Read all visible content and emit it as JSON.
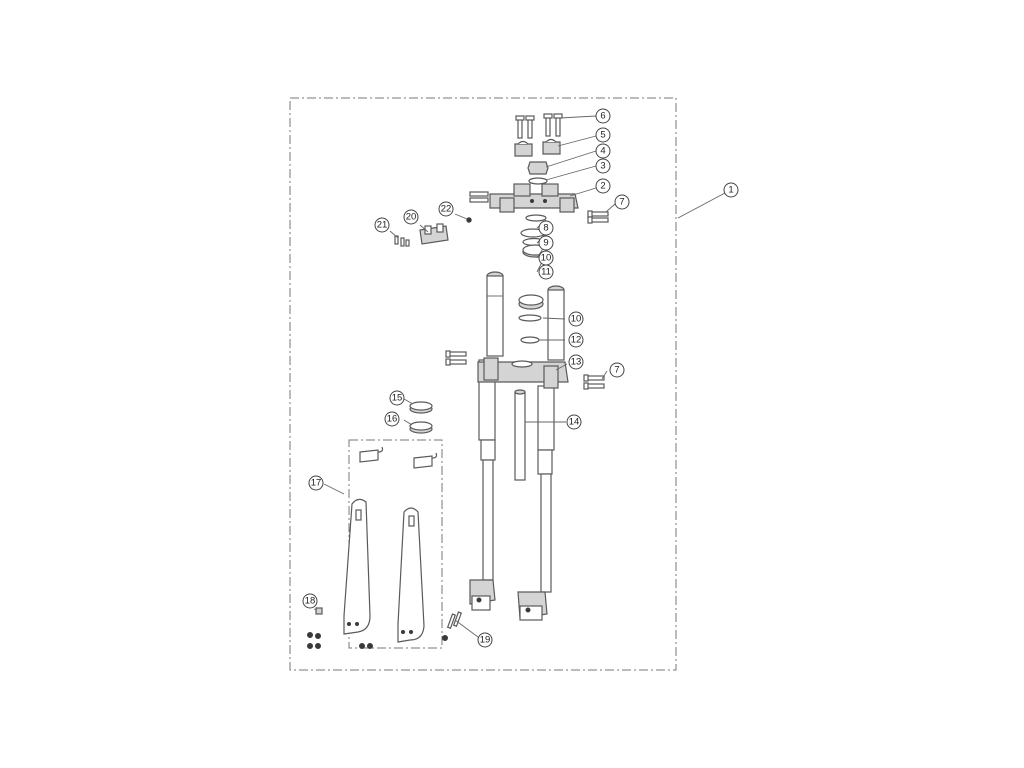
{
  "callouts": {
    "c1": "1",
    "c2": "2",
    "c3": "3",
    "c4": "4",
    "c5": "5",
    "c6": "6",
    "c7a": "7",
    "c7b": "7",
    "c8": "8",
    "c9": "9",
    "c10a": "10",
    "c10b": "10",
    "c11": "11",
    "c12": "12",
    "c13": "13",
    "c14": "14",
    "c15": "15",
    "c16": "16",
    "c17": "17",
    "c18": "18",
    "c19": "19",
    "c20": "20",
    "c21": "21",
    "c22": "22"
  },
  "colors": {
    "line": "#5a5a5a",
    "part_shade": "#d4d4d4",
    "background": "#ffffff"
  }
}
